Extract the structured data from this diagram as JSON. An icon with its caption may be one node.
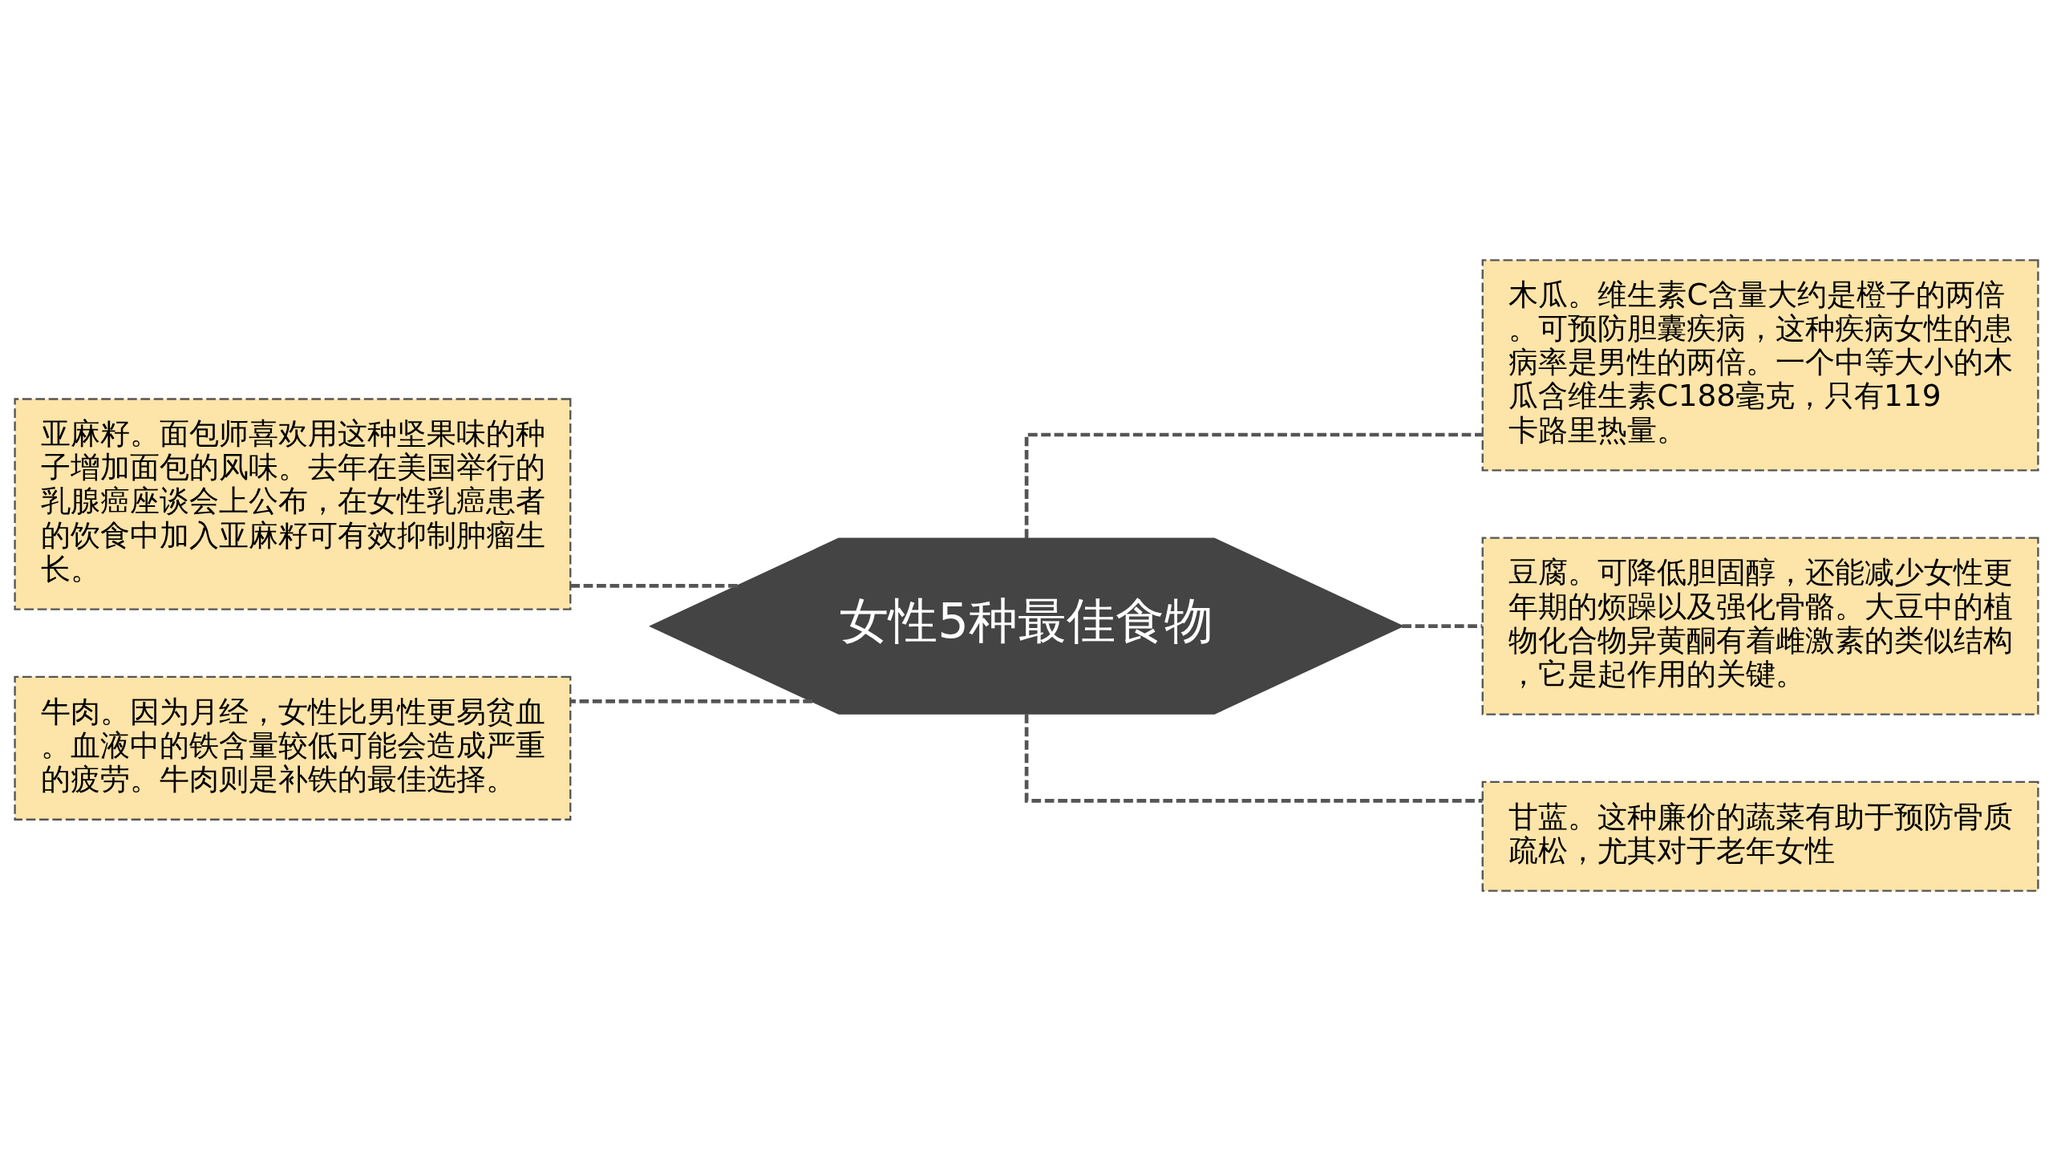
{
  "diagram": {
    "nodes": [
      {
        "text": [
          "女性5种最佳食物"
        ]
      },
      {
        "text": [
          "亚麻籽。面包师喜欢用这种坚果味的种子增加面包的风味。去年在美国举行的乳腺癌座谈会上公布，在女性乳癌患者的饮食中加入亚麻籽可有效抑制肿瘤生长。"
        ]
      },
      {
        "text": [
          "牛肉。因为月经，女性比男性更易贫血。血液中的铁含量较低可能会造成严重的疲劳。牛肉则是补铁的最佳选择。"
        ]
      },
      {
        "text": [
          "木瓜。维生素C含量大约是橙子的两倍。可预防胆囊疾病，这种疾病女性的患病率是男性的两倍。一个中等大小的木瓜含维生素C188毫克，只有119卡路里热量。"
        ]
      },
      {
        "text": [
          "豆腐。可降低胆固醇，还能减少女性更年期的烦躁以及强化骨骼。大豆中的植物化合物异黄酮有着雌激素的类似结构，它是起作用的关键。"
        ]
      },
      {
        "text": [
          "甘蓝。这种廉价的蔬菜有助于预防骨质疏松，尤其对于老年女性"
        ]
      }
    ],
    "edges": [
      {
        "from": 0,
        "to": 1,
        "arrow": "none",
        "style": "dashed"
      },
      {
        "from": 0,
        "to": 2,
        "arrow": "none",
        "style": "dashed"
      },
      {
        "from": 0,
        "to": 3,
        "arrow": "none",
        "style": "dashed"
      },
      {
        "from": 0,
        "to": 4,
        "arrow": "none",
        "style": "dashed"
      },
      {
        "from": 0,
        "to": 5,
        "arrow": "none",
        "style": "dashed"
      }
    ]
  }
}
